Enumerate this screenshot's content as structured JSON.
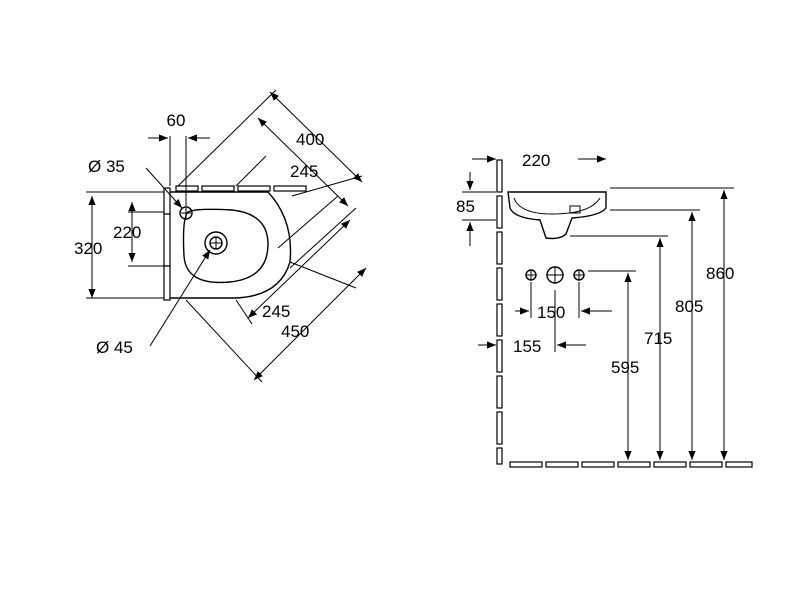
{
  "plan_view": {
    "width_diag": "400",
    "depth_diag": "245",
    "projection": "245",
    "overall_diag": "450",
    "tap_offset": "60",
    "tap_hole": "Ø 35",
    "drain_hole": "Ø 45",
    "height_total": "320",
    "height_inner": "220"
  },
  "side_view": {
    "depth": "220",
    "rim_height": "85",
    "pipe_spacing": "150",
    "pipe_offset": "155",
    "h_top": "860",
    "h_rim_inner": "805",
    "h_siphon": "715",
    "h_pipes": "595"
  },
  "colors": {
    "line": "#000000",
    "background": "#ffffff"
  }
}
